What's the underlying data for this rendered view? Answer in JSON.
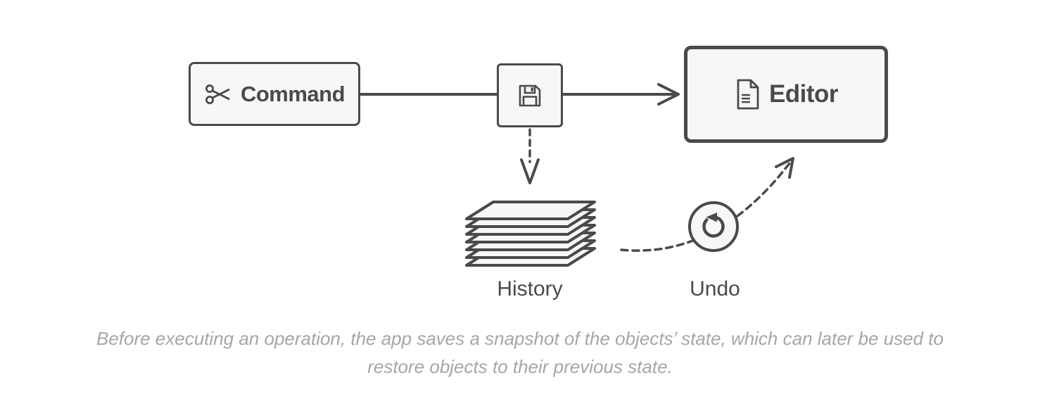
{
  "diagram": {
    "nodes": {
      "command": {
        "label": "Command",
        "icon": "scissors-icon"
      },
      "memento": {
        "icon": "floppy-disk-icon"
      },
      "editor": {
        "label": "Editor",
        "icon": "document-icon"
      },
      "history": {
        "label": "History",
        "icon": "sheet-stack-icon"
      },
      "undo": {
        "label": "Undo",
        "icon": "undo-rotate-icon"
      }
    },
    "edges": [
      {
        "from": "command",
        "to": "memento",
        "style": "solid",
        "arrow": false
      },
      {
        "from": "memento",
        "to": "editor",
        "style": "solid",
        "arrow": true
      },
      {
        "from": "memento",
        "to": "history",
        "style": "dashed",
        "arrow": true
      },
      {
        "from": "history",
        "to": "editor",
        "via": "undo",
        "style": "dashed",
        "arrow": true
      }
    ],
    "colors": {
      "stroke": "#4a4a4a",
      "node_fill": "#f7f7f7",
      "background": "#ffffff",
      "caption_text": "#a6a6a6"
    }
  },
  "caption": {
    "line1": "Before executing an operation, the app saves a snapshot of the objects’ state, which can later be used to",
    "line2": "restore objects to their previous state."
  }
}
